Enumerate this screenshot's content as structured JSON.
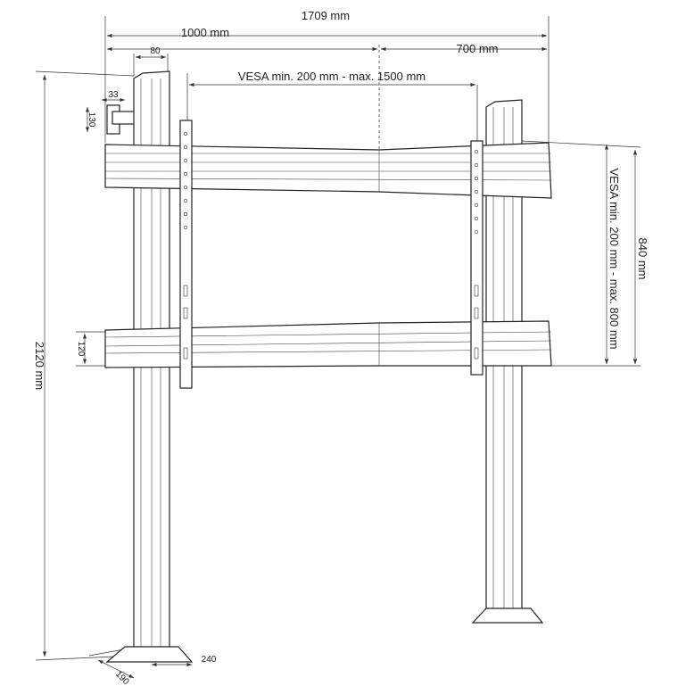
{
  "dimensions": {
    "total_width": "1709 mm",
    "left_width": "1000 mm",
    "right_width": "700 mm",
    "pole_width": "80",
    "vesa_horizontal": "VESA min. 200 mm - max. 1500 mm",
    "clamp_depth": "33",
    "clamp_height": "130",
    "bar_height": "120",
    "total_height": "2120 mm",
    "rail_spacing": "840 mm",
    "vesa_vertical": "VESA min. 200 mm - max. 800 mm",
    "foot_length": "240",
    "foot_width": "190"
  }
}
